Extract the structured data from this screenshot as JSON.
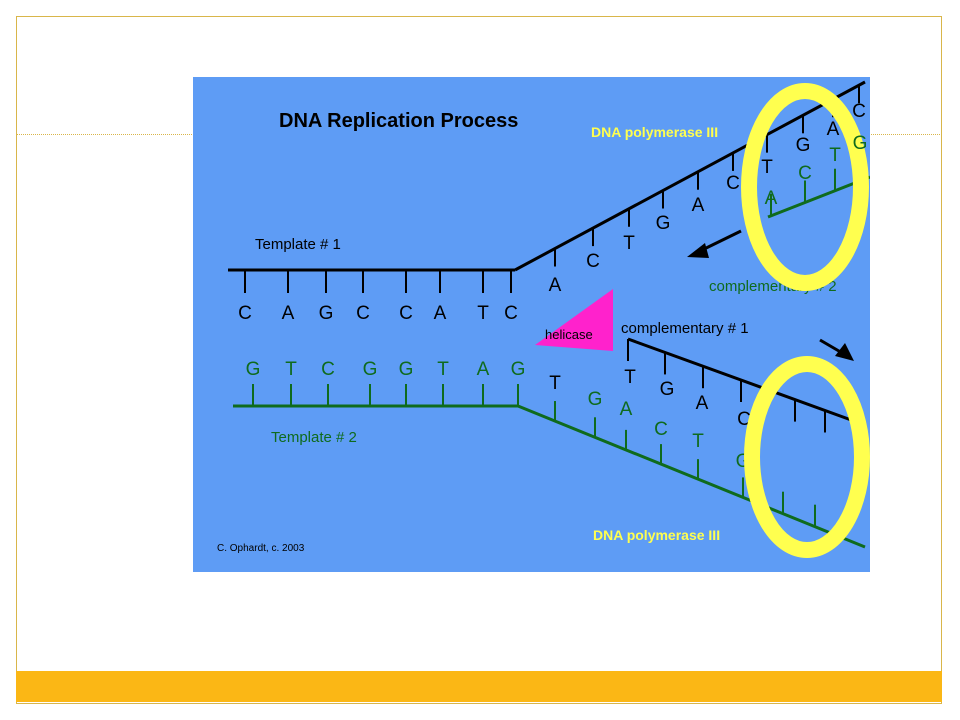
{
  "slide": {
    "frame_color": "#d9b64a",
    "footer_color": "#fbb715"
  },
  "diagram": {
    "background_color": "#5e9cf5",
    "title": "DNA Replication Process",
    "credit": "C. Ophardt, c. 2003",
    "labels": {
      "template1": "Template # 1",
      "template2": "Template # 2",
      "complementary1": "complementary # 1",
      "complementary2": "complementary # 2",
      "polymerase_top": "DNA polymerase III",
      "polymerase_bottom": "DNA polymerase III",
      "helicase": "helicase"
    },
    "colors": {
      "template1_strand": "#000000",
      "template2_strand": "#0f6b1d",
      "polymerase_ring": "#ffff4f",
      "polymerase_text": "#ffff4f",
      "helicase": "#ff22cc",
      "complementary_label": "#0f6b1d"
    },
    "template1_bases": [
      "C",
      "A",
      "G",
      "C",
      "C",
      "A",
      "T",
      "C"
    ],
    "template2_bases": [
      "G",
      "T",
      "C",
      "G",
      "G",
      "T",
      "A",
      "G"
    ],
    "upper_fork_bases": [
      "A",
      "C",
      "T",
      "G",
      "A",
      "C",
      "T",
      "G",
      "A",
      "C"
    ],
    "upper_new_bases": [
      "A",
      "C",
      "T",
      "G"
    ],
    "lower_fork_bases": [
      "T",
      "G",
      "A",
      "C",
      "T",
      "G"
    ],
    "lower_new_bases": [
      "T",
      "G",
      "A",
      "C"
    ]
  }
}
